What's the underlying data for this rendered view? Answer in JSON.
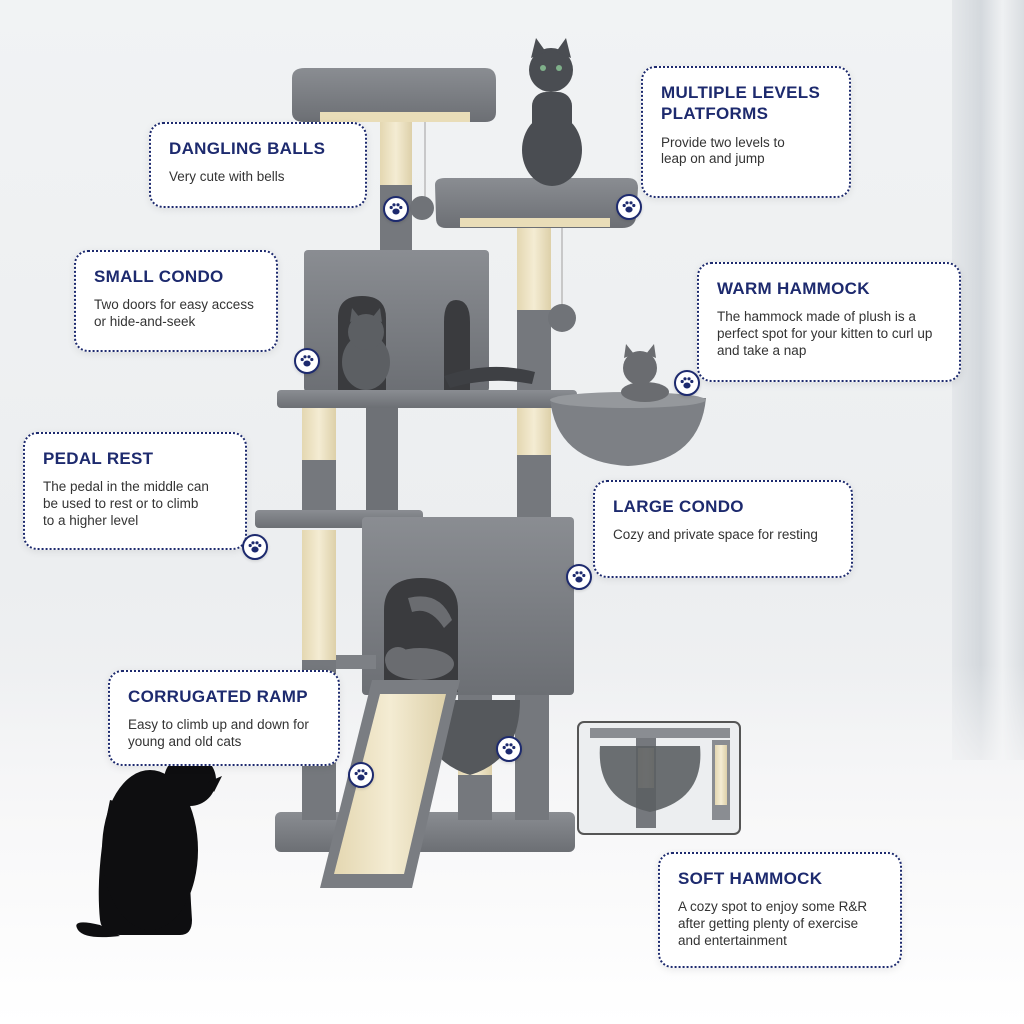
{
  "callouts": [
    {
      "title": "DANGLING BALLS",
      "desc": "Very cute with bells"
    },
    {
      "title": "MULTIPLE LEVELS PLATFORMS",
      "desc": "Provide two levels to leap on and jump"
    },
    {
      "title": "SMALL CONDO",
      "desc": "Two doors for easy access or hide-and-seek"
    },
    {
      "title": "WARM HAMMOCK",
      "desc": "The hammock made of plush is a perfect spot for your kitten to curl up and take a nap"
    },
    {
      "title": "PEDAL REST",
      "desc": "The pedal in the middle can be used to rest or to climb to a higher level"
    },
    {
      "title": "LARGE CONDO",
      "desc": "Cozy and private space for resting"
    },
    {
      "title": "CORRUGATED RAMP",
      "desc": "Easy to climb up and down for young and old cats"
    },
    {
      "title": "SOFT HAMMOCK",
      "desc": "A cozy spot to enjoy some R&R after getting plenty of exercise and entertainment"
    }
  ],
  "colors": {
    "accent": "#1d2a6e",
    "plush": "#7a7d82",
    "sisal": "#eee3c3"
  }
}
